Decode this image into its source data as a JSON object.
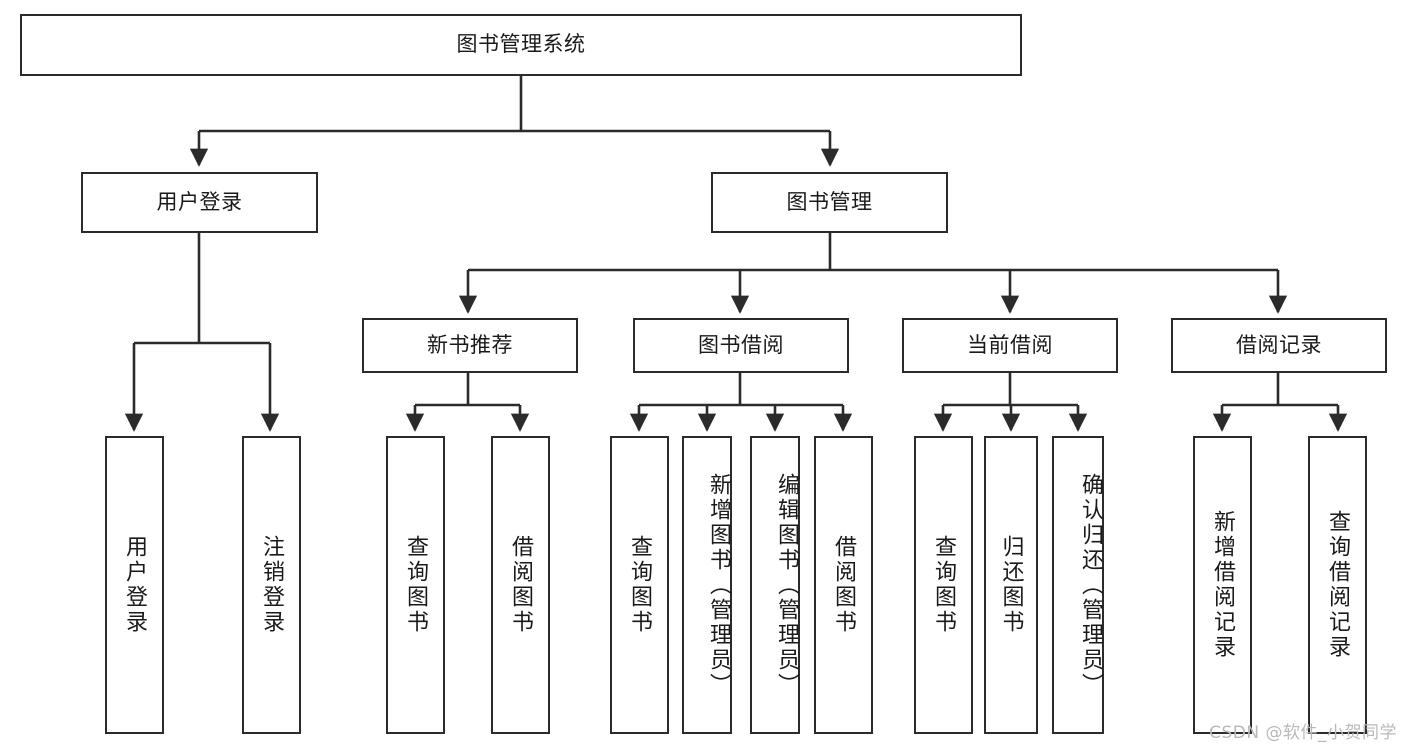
{
  "diagram": {
    "type": "tree-flowchart",
    "title": "图书管理系统",
    "orientation": "top-down",
    "colors": {
      "stroke": "#2b2b2b",
      "fill": "#ffffff",
      "text": "#1a1a1a",
      "watermark": "#b9b9b9"
    },
    "levels": {
      "root": "图书管理系统",
      "level2": [
        "用户登录",
        "图书管理"
      ],
      "level3": [
        "新书推荐",
        "图书借阅",
        "当前借阅",
        "借阅记录"
      ]
    },
    "nodes": {
      "root": {
        "label": "图书管理系统"
      },
      "user_login": {
        "label": "用户登录"
      },
      "book_mgmt": {
        "label": "图书管理"
      },
      "new_book_rec": {
        "label": "新书推荐"
      },
      "book_borrow": {
        "label": "图书借阅"
      },
      "current_borrow": {
        "label": "当前借阅"
      },
      "borrow_record": {
        "label": "借阅记录"
      },
      "leaf_user_login": {
        "label": "用户登录"
      },
      "leaf_logout": {
        "label": "注销登录"
      },
      "leaf_query_book_1": {
        "label": "查询图书"
      },
      "leaf_borrow_book_1": {
        "label": "借阅图书"
      },
      "leaf_query_book_2": {
        "label": "查询图书"
      },
      "leaf_add_book_admin": {
        "label": "新增图书（管理员）"
      },
      "leaf_edit_book_admin": {
        "label": "编辑图书（管理员）"
      },
      "leaf_borrow_book_2": {
        "label": "借阅图书"
      },
      "leaf_query_book_3": {
        "label": "查询图书"
      },
      "leaf_return_book": {
        "label": "归还图书"
      },
      "leaf_confirm_return_admin": {
        "label": "确认归还（管理员）"
      },
      "leaf_add_borrow_record": {
        "label": "新增借阅记录"
      },
      "leaf_query_borrow_record": {
        "label": "查询借阅记录"
      }
    },
    "edges": [
      {
        "from": "root",
        "to": "user_login"
      },
      {
        "from": "root",
        "to": "book_mgmt"
      },
      {
        "from": "user_login",
        "to": "leaf_user_login"
      },
      {
        "from": "user_login",
        "to": "leaf_logout"
      },
      {
        "from": "book_mgmt",
        "to": "new_book_rec"
      },
      {
        "from": "book_mgmt",
        "to": "book_borrow"
      },
      {
        "from": "book_mgmt",
        "to": "current_borrow"
      },
      {
        "from": "book_mgmt",
        "to": "borrow_record"
      },
      {
        "from": "new_book_rec",
        "to": "leaf_query_book_1"
      },
      {
        "from": "new_book_rec",
        "to": "leaf_borrow_book_1"
      },
      {
        "from": "book_borrow",
        "to": "leaf_query_book_2"
      },
      {
        "from": "book_borrow",
        "to": "leaf_add_book_admin"
      },
      {
        "from": "book_borrow",
        "to": "leaf_edit_book_admin"
      },
      {
        "from": "book_borrow",
        "to": "leaf_borrow_book_2"
      },
      {
        "from": "current_borrow",
        "to": "leaf_query_book_3"
      },
      {
        "from": "current_borrow",
        "to": "leaf_return_book"
      },
      {
        "from": "current_borrow",
        "to": "leaf_confirm_return_admin"
      },
      {
        "from": "borrow_record",
        "to": "leaf_add_borrow_record"
      },
      {
        "from": "borrow_record",
        "to": "leaf_query_borrow_record"
      }
    ]
  },
  "watermark": {
    "text": "CSDN @软件_小贺同学"
  }
}
